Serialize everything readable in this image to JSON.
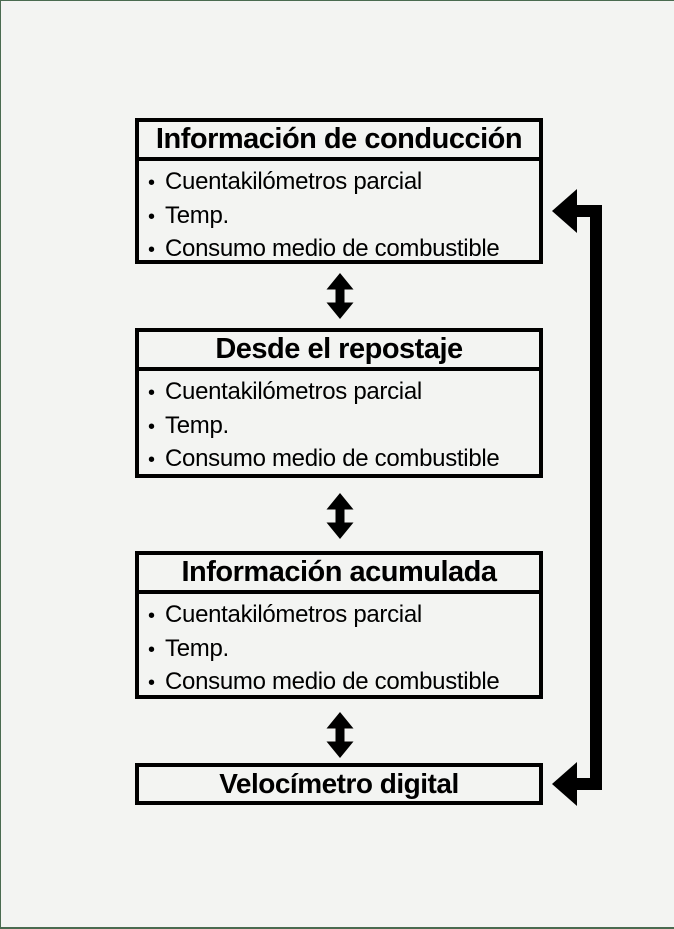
{
  "page": {
    "background_color": "#f3f4f2",
    "edge_color": "#4a6b50",
    "line_color": "#000000"
  },
  "diagram": {
    "bullet_glyph": "•",
    "boxes": [
      {
        "title": "Información de conducción",
        "items": [
          "Cuentakilómetros parcial",
          "Temp.",
          "Consumo medio de combustible"
        ]
      },
      {
        "title": "Desde el repostaje",
        "items": [
          "Cuentakilómetros parcial",
          "Temp.",
          "Consumo medio de combustible"
        ]
      },
      {
        "title": "Información acumulada",
        "items": [
          "Cuentakilómetros parcial",
          "Temp.",
          "Consumo medio de combustible"
        ]
      },
      {
        "title": "Velocímetro digital",
        "items": []
      }
    ],
    "connectors": [
      {
        "name": "swap-arrow-1",
        "type": "double-headed-vertical",
        "between": [
          "Información de conducción",
          "Desde el repostaje"
        ]
      },
      {
        "name": "swap-arrow-2",
        "type": "double-headed-vertical",
        "between": [
          "Desde el repostaje",
          "Información acumulada"
        ]
      },
      {
        "name": "swap-arrow-3",
        "type": "double-headed-vertical",
        "between": [
          "Información acumulada",
          "Velocímetro digital"
        ]
      },
      {
        "name": "loop-return-arrow",
        "type": "right-side-loop",
        "between": [
          "Velocímetro digital",
          "Información de conducción"
        ]
      }
    ]
  }
}
